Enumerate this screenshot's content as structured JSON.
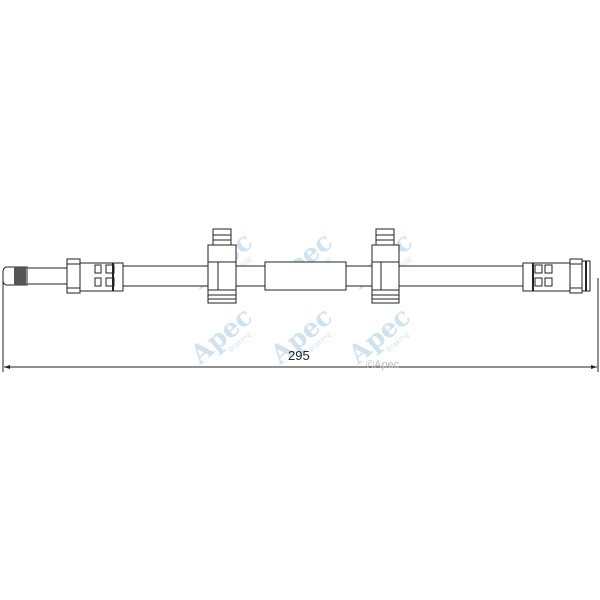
{
  "drawing": {
    "dimension_label": "295",
    "copyright": "©Apec",
    "watermark": "Apec",
    "watermark_sub": "braking",
    "line_color": "#222222",
    "watermark_color": "#cfe3ee"
  }
}
